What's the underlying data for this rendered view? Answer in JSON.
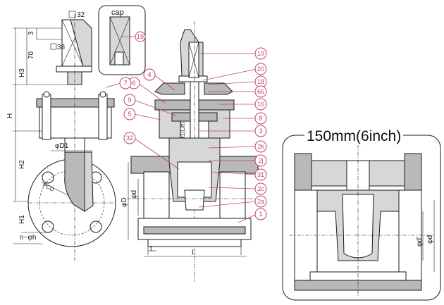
{
  "diagram": {
    "cap_label": "cap",
    "detail_title": "150mm(6inch)",
    "dimensions": {
      "sq32": "32",
      "sq38": "38",
      "d3": "3",
      "d70": "70",
      "H3": "H3",
      "H": "H",
      "H2": "H2",
      "H1": "H1",
      "phiD1": "φD1",
      "n_phi_h": "n~φh",
      "phiD": "φD",
      "phid": "φd",
      "t": "t",
      "L": "L",
      "lift": "ℓ1(Lift)",
      "phid_prime": "φd'",
      "phid2": "φd"
    },
    "part_tags": [
      "19",
      "20",
      "18",
      "66",
      "16",
      "8",
      "3",
      "2k",
      "2j",
      "31",
      "2c",
      "2a",
      "1",
      "4",
      "6",
      "7",
      "9",
      "5",
      "32"
    ],
    "cap_tag": "19"
  },
  "colors": {
    "tag": "#c0407a",
    "line": "#1b1b1b",
    "body_fill": "#b9b9b9"
  }
}
